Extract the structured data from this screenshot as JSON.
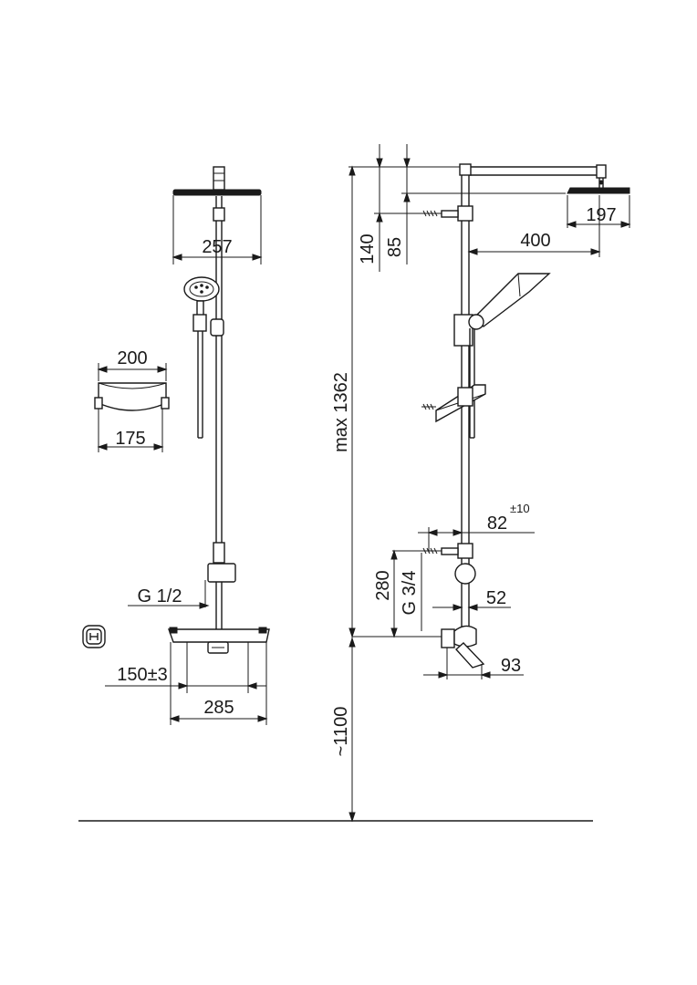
{
  "front_view": {
    "head_width": "257",
    "holder_width_top": "200",
    "holder_width_bottom": "175",
    "inlet_thread": "G 1/2",
    "centers": "150±3",
    "mixer_width": "285"
  },
  "side_view": {
    "head_depth": "197",
    "arm_length": "400",
    "top_offset": "140",
    "arm_offset": "85",
    "max_height": "max 1362",
    "bracket_offset": "82",
    "bracket_tolerance": "±10",
    "lower_span": "280",
    "outlet_thread": "G 3/4",
    "outlet_offset": "52",
    "mixer_depth": "93",
    "floor_height": "~1100"
  }
}
